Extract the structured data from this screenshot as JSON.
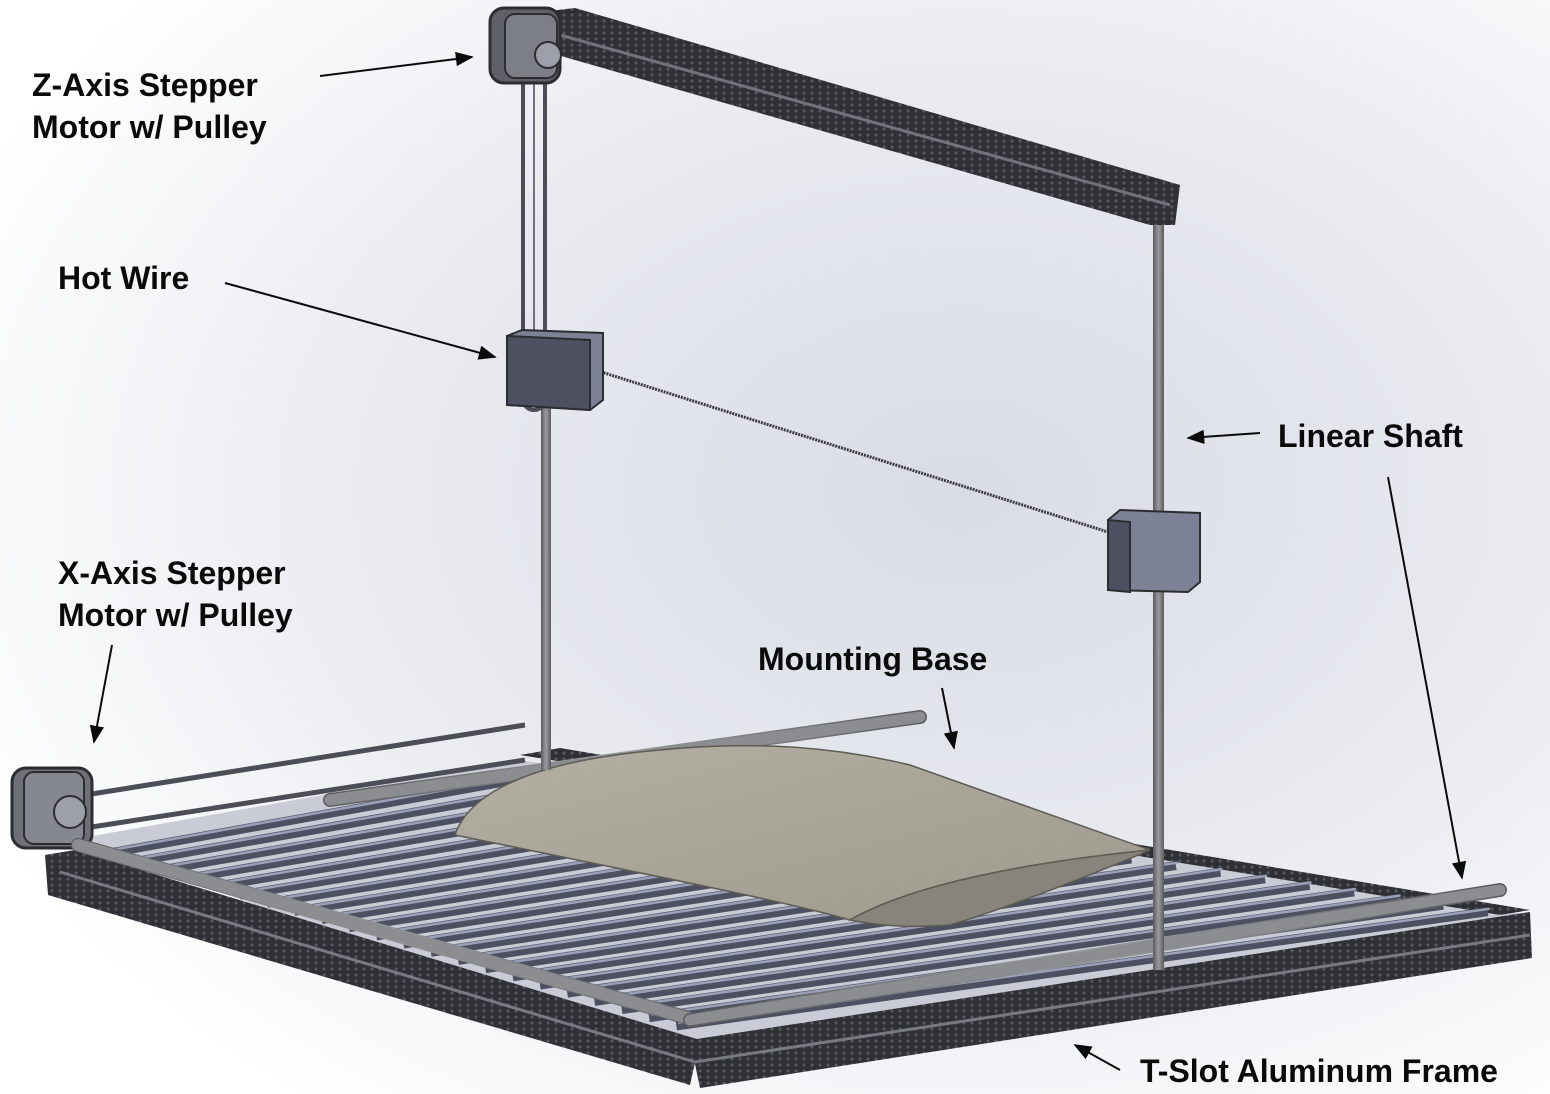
{
  "diagram": {
    "title": "Hot Wire Foam Cutter CAD Assembly",
    "colors": {
      "background_light": "#ffffff",
      "background_dark": "#d9dce6",
      "frame": "#3a3b40",
      "frame_highlight": "#6a6c75",
      "rod": "#8c8d90",
      "block": "#7d8196",
      "block_dark": "#4d5060",
      "foam": "#a8a597",
      "foam_side": "#86847b",
      "slat": "#5c5f6e",
      "slat_light": "#9aa0b8",
      "text": "#0a0a0a"
    },
    "labels": {
      "z_axis_motor": {
        "line1": "Z-Axis Stepper",
        "line2": "Motor w/ Pulley"
      },
      "hot_wire": {
        "text": "Hot Wire"
      },
      "linear_shaft": {
        "text": "Linear Shaft"
      },
      "x_axis_motor": {
        "line1": "X-Axis Stepper",
        "line2": "Motor w/ Pulley"
      },
      "mounting_base": {
        "text": "Mounting Base"
      },
      "t_slot_frame": {
        "text": "T-Slot Aluminum Frame"
      }
    }
  }
}
